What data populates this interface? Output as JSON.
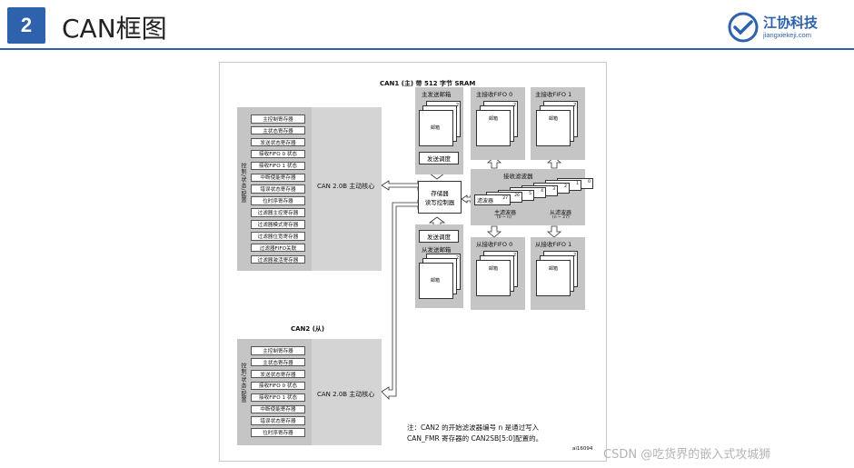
{
  "header": {
    "number": "2",
    "title": "CAN框图",
    "logo_name": "江协科技",
    "logo_url": "jiangxiekeji.com"
  },
  "can1": {
    "title": "CAN1 (主) 带 512 字节 SRAM",
    "side_label": "控制/状态/配置",
    "core": "CAN 2.0B 主动核心",
    "registers": [
      "主控制寄存器",
      "主状态寄存器",
      "发送状态寄存器",
      "接收FIFO 0 状态",
      "接收FIFO 1 状态",
      "中断使能寄存器",
      "错误状态寄存器",
      "位时序寄存器",
      "过滤器主控寄存器",
      "过滤器模式寄存器",
      "过滤器位宽寄存器",
      "过滤器FIFO关联",
      "过滤器激活寄存器"
    ],
    "master_tx_mailbox": "主发送邮箱",
    "tx_schedule_top": "发送调度",
    "mailbox_label": "邮箱",
    "storage_ctrl": [
      "存储器",
      "读写控制器"
    ],
    "master_rx_fifo0": "主接收FIFO 0",
    "master_rx_fifo1": "主接收FIFO 1",
    "rx_filter": "接收滤波器",
    "filter_label": "滤波器",
    "main_filter": "主滤波器",
    "main_filter_range": "(0 ~ n)",
    "slave_filter": "从滤波器",
    "slave_filter_range": "(n ~ 27)",
    "tx_schedule_bottom": "发送调度",
    "slave_tx_mailbox": "从发送邮箱",
    "slave_rx_fifo0": "从接收FIFO 0",
    "slave_rx_fifo1": "从接收FIFO 1",
    "stack_top_num": "2",
    "stack_mid_num": "1",
    "filter_numbers": [
      "0",
      "1",
      "2",
      "3",
      "4",
      "5",
      "26",
      "27"
    ]
  },
  "can2": {
    "title": "CAN2 (从)",
    "side_label": "控制/状态/配置",
    "core": "CAN 2.0B 主动核心",
    "registers": [
      "主控制寄存器",
      "主状态寄存器",
      "发送状态寄存器",
      "接收FIFO 0 状态",
      "接收FIFO 1 状态",
      "中断使能寄存器",
      "错误状态寄存器",
      "位时序寄存器"
    ]
  },
  "note": [
    "注：CAN2 的开始滤波器编号 n 是通过写入",
    "CAN_FMR 寄存器的 CAN2SB[5:0]配置的。"
  ],
  "figure_id": "ai16094",
  "watermark": "CSDN @吃货界的嵌入式攻城狮"
}
